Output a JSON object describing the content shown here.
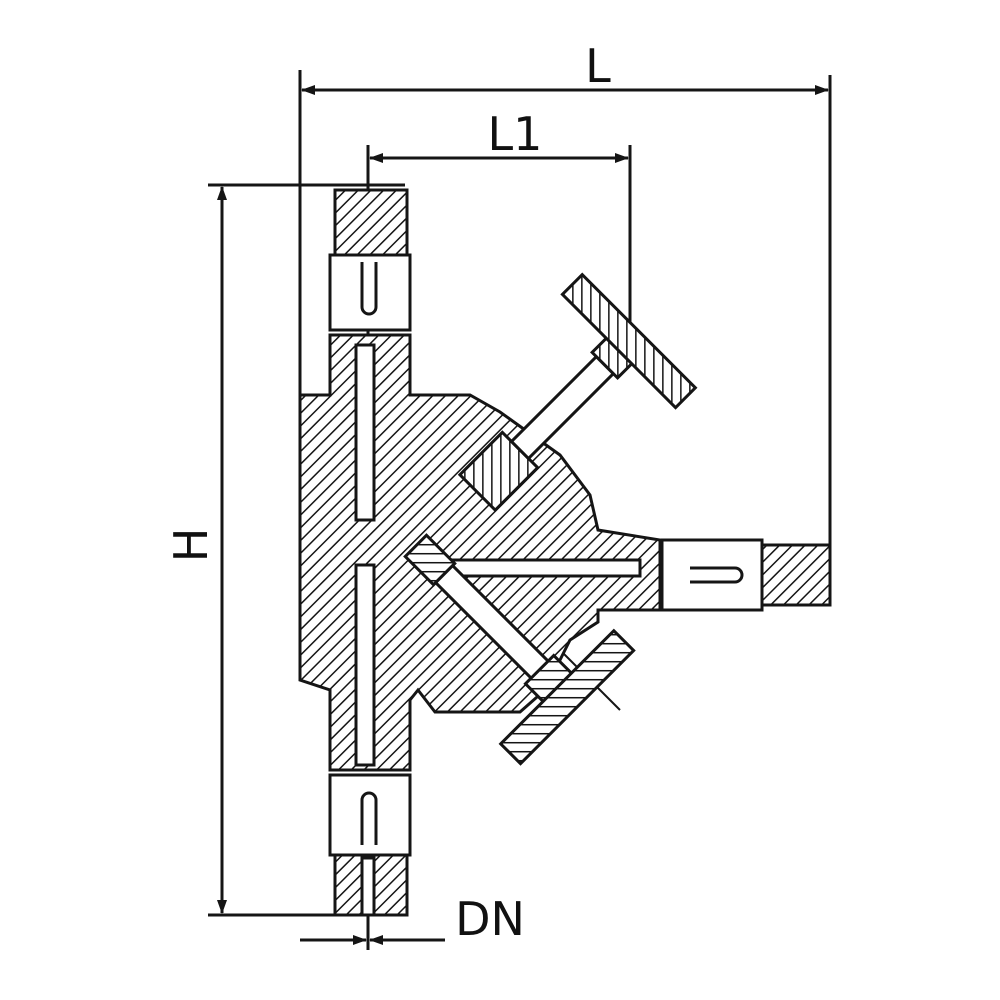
{
  "labels": {
    "length": "L",
    "length1": "L1",
    "height": "H",
    "nominal_diameter": "DN"
  },
  "colors": {
    "ink": "#151515",
    "paper": "#ffffff"
  }
}
